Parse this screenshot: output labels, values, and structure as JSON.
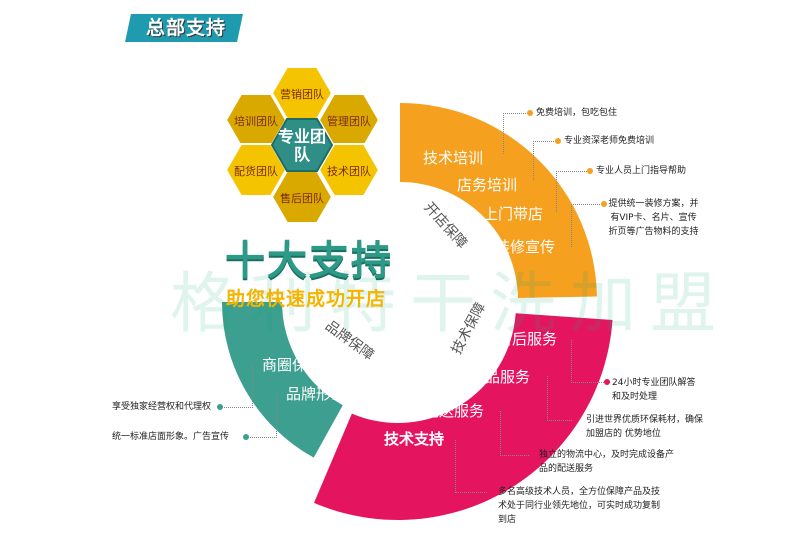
{
  "header": {
    "badge": "总部支持"
  },
  "team": {
    "center": "专业团队",
    "items": [
      "营销团队",
      "培训团队",
      "管理团队",
      "配货团队",
      "技术团队",
      "售后团队"
    ]
  },
  "title": {
    "main": "十大支持",
    "sub": "助您快速成功开店"
  },
  "watermark": "格利特干洗加盟",
  "sections": {
    "opening": {
      "name": "开店保障",
      "items": [
        "技术培训",
        "店务培训",
        "上门带店",
        "装修宣传"
      ]
    },
    "tech": {
      "name": "技术保障",
      "items": [
        "售后服务",
        "产品服务",
        "配送服务",
        "技术支持"
      ]
    },
    "brand": {
      "name": "品牌保障",
      "items": [
        "商圈保护",
        "品牌形象"
      ]
    }
  },
  "notes": {
    "opening": [
      "免费培训，包吃包住",
      "专业资深老师免费培训",
      "专业人员上门指导帮助",
      "提供统一装修方案，并有VIP卡、名片、宣传折页等广告物料的支持"
    ],
    "tech": [
      "24小时专业团队解答和及时处理",
      "引进世界优质环保耗材，确保加盟店的 优势地位",
      "独立的物流中心，及时完成设备产品的配送服务",
      "多名高级技术人员，全方位保障产品及技术处于同行业领先地位，可实时成功复制到店"
    ],
    "brand": [
      "享受独家经营权和代理权",
      "统一标准店面形象。广告宣传"
    ]
  },
  "colors": {
    "orange": "#f5a01e",
    "pink": "#e5145f",
    "teal": "#3d9f8f",
    "badge": "#1f9bb0",
    "hex_gold": "#d9a900",
    "hex_yellow": "#f5c400"
  }
}
